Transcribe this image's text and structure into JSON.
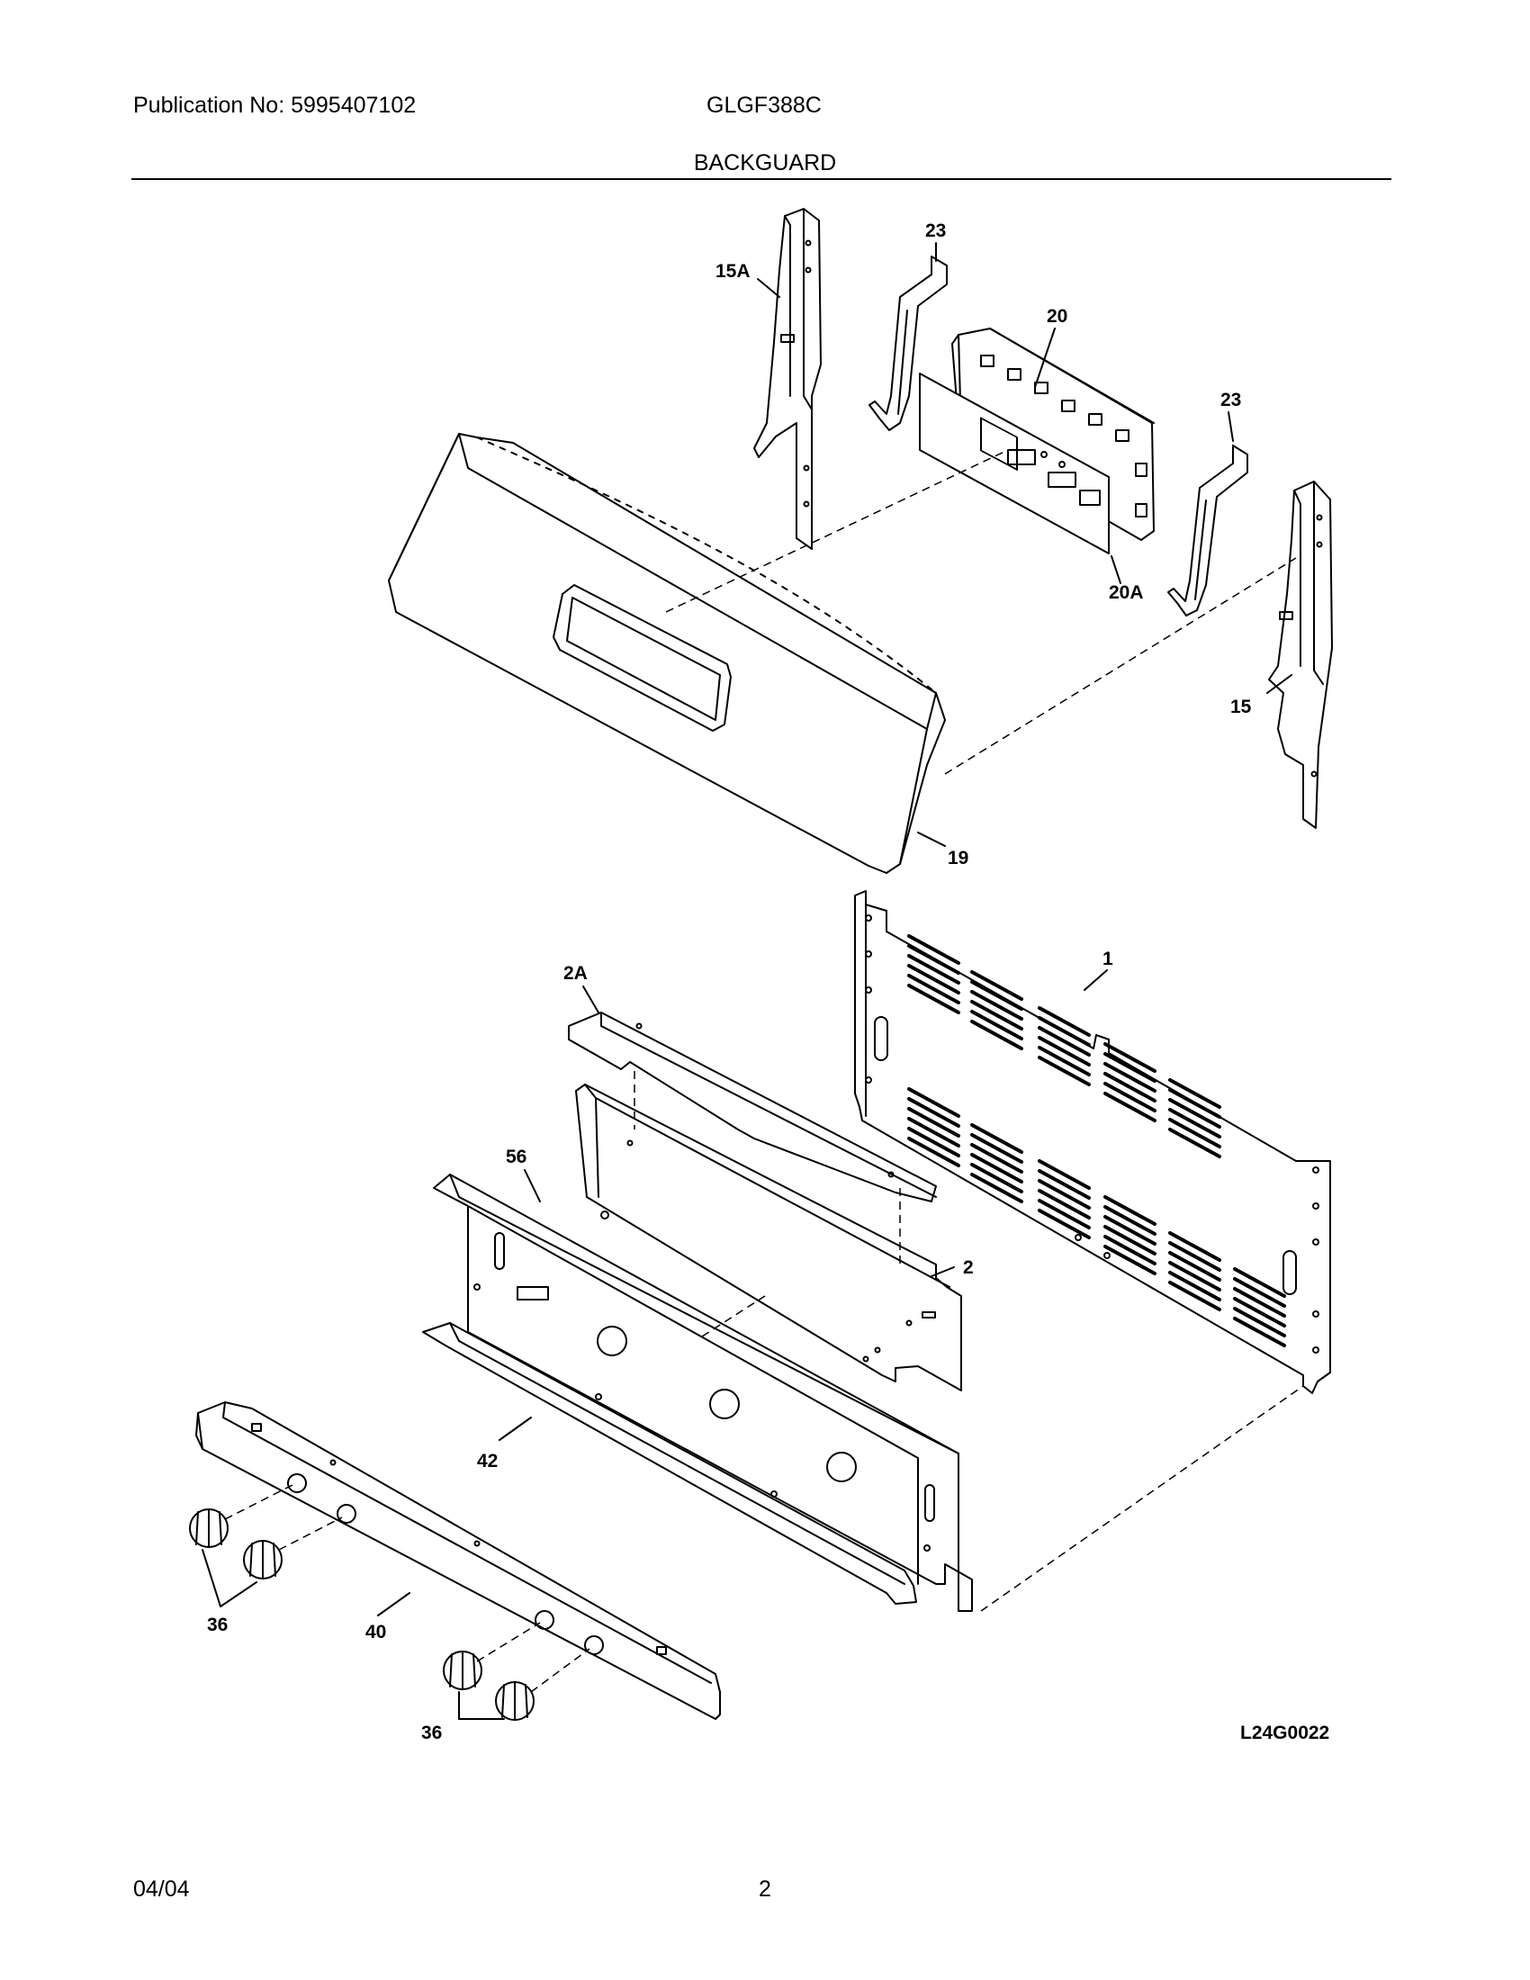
{
  "header": {
    "publication": "Publication No: 5995407102",
    "model": "GLGF388C",
    "title": "BACKGUARD"
  },
  "footer": {
    "date": "04/04",
    "page": "2"
  },
  "diagram": {
    "drawing_code": "L24G0022",
    "labels": {
      "p15A": "15A",
      "p23a": "23",
      "p20": "20",
      "p23b": "23",
      "p20A": "20A",
      "p15": "15",
      "p19": "19",
      "p1": "1",
      "p2A": "2A",
      "p56": "56",
      "p2": "2",
      "p42": "42",
      "p40": "40",
      "p36a": "36",
      "p36b": "36"
    }
  }
}
